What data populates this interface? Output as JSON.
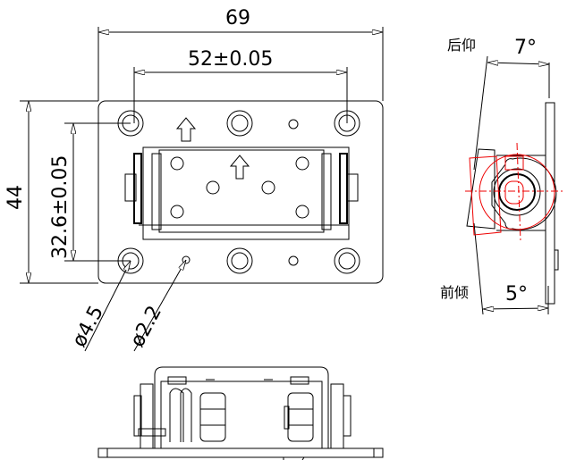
{
  "dimensions": {
    "width": "69",
    "hole_spacing_x": "52±0.05",
    "height": "44",
    "hole_spacing_y": "32.6±0.05",
    "large_hole": "ø4.5",
    "small_hole": "ø2.2"
  },
  "side_view": {
    "back_tilt_label": "后仰",
    "back_tilt_angle": "7°",
    "front_tilt_label": "前倾",
    "front_tilt_angle": "5°"
  },
  "colors": {
    "line": "#000000",
    "centerline": "#e00000"
  }
}
